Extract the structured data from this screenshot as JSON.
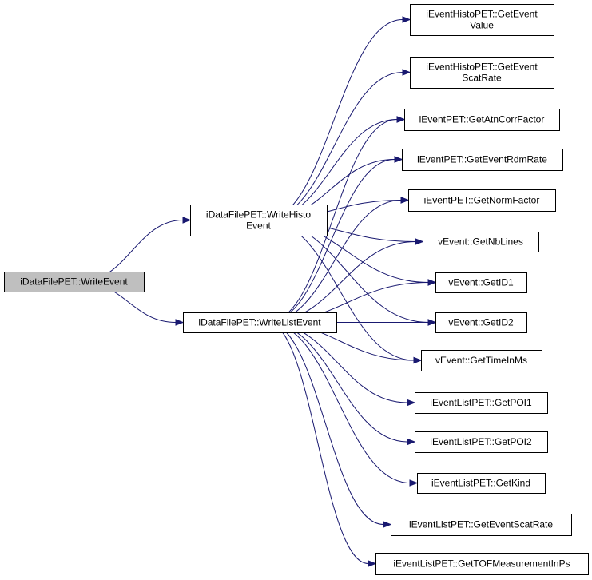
{
  "nodes": {
    "write_event": {
      "lines": [
        "iDataFilePET::WriteEvent"
      ],
      "root": true
    },
    "write_histo_event": {
      "lines": [
        "iDataFilePET::WriteHisto",
        "Event"
      ]
    },
    "write_list_event": {
      "lines": [
        "iDataFilePET::WriteListEvent"
      ]
    },
    "histo_get_event_value": {
      "lines": [
        "iEventHistoPET::GetEvent",
        "Value"
      ]
    },
    "histo_get_event_scat_rate": {
      "lines": [
        "iEventHistoPET::GetEvent",
        "ScatRate"
      ]
    },
    "get_atn_corr_factor": {
      "lines": [
        "iEventPET::GetAtnCorrFactor"
      ]
    },
    "get_event_rdm_rate": {
      "lines": [
        "iEventPET::GetEventRdmRate"
      ]
    },
    "get_norm_factor": {
      "lines": [
        "iEventPET::GetNormFactor"
      ]
    },
    "get_nb_lines": {
      "lines": [
        "vEvent::GetNbLines"
      ]
    },
    "get_id1": {
      "lines": [
        "vEvent::GetID1"
      ]
    },
    "get_id2": {
      "lines": [
        "vEvent::GetID2"
      ]
    },
    "get_time_in_ms": {
      "lines": [
        "vEvent::GetTimeInMs"
      ]
    },
    "get_poi1": {
      "lines": [
        "iEventListPET::GetPOI1"
      ]
    },
    "get_poi2": {
      "lines": [
        "iEventListPET::GetPOI2"
      ]
    },
    "get_kind": {
      "lines": [
        "iEventListPET::GetKind"
      ]
    },
    "list_get_event_scat_rate": {
      "lines": [
        "iEventListPET::GetEventScatRate"
      ]
    },
    "get_tof_measurement_in_ps": {
      "lines": [
        "iEventListPET::GetTOFMeasurementInPs"
      ]
    }
  },
  "edges": [
    [
      "write_event",
      "write_histo_event"
    ],
    [
      "write_event",
      "write_list_event"
    ],
    [
      "write_histo_event",
      "histo_get_event_value"
    ],
    [
      "write_histo_event",
      "histo_get_event_scat_rate"
    ],
    [
      "write_histo_event",
      "get_atn_corr_factor"
    ],
    [
      "write_histo_event",
      "get_event_rdm_rate"
    ],
    [
      "write_histo_event",
      "get_norm_factor"
    ],
    [
      "write_histo_event",
      "get_nb_lines"
    ],
    [
      "write_histo_event",
      "get_id1"
    ],
    [
      "write_histo_event",
      "get_id2"
    ],
    [
      "write_histo_event",
      "get_time_in_ms"
    ],
    [
      "write_list_event",
      "get_atn_corr_factor"
    ],
    [
      "write_list_event",
      "get_event_rdm_rate"
    ],
    [
      "write_list_event",
      "get_norm_factor"
    ],
    [
      "write_list_event",
      "get_nb_lines"
    ],
    [
      "write_list_event",
      "get_id1"
    ],
    [
      "write_list_event",
      "get_id2"
    ],
    [
      "write_list_event",
      "get_time_in_ms"
    ],
    [
      "write_list_event",
      "get_poi1"
    ],
    [
      "write_list_event",
      "get_poi2"
    ],
    [
      "write_list_event",
      "get_kind"
    ],
    [
      "write_list_event",
      "list_get_event_scat_rate"
    ],
    [
      "write_list_event",
      "get_tof_measurement_in_ps"
    ]
  ]
}
